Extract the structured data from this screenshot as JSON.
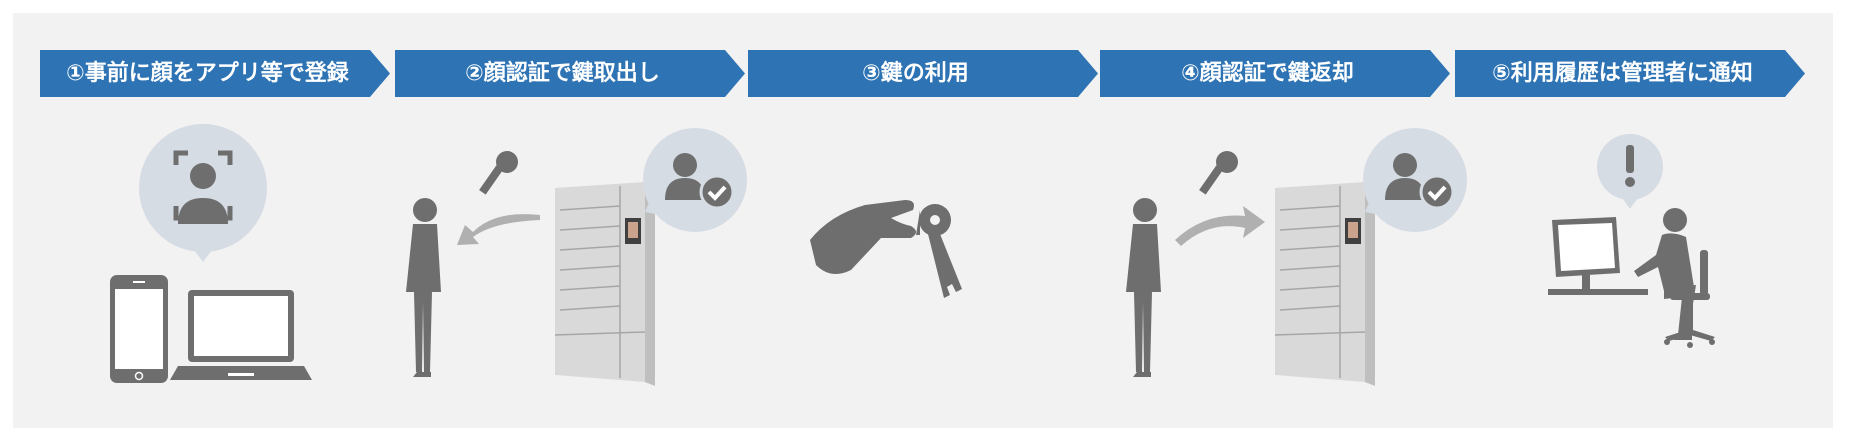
{
  "steps": [
    {
      "label": "①事前に顔をアプリ等で登録"
    },
    {
      "label": "②顔認証で鍵取出し"
    },
    {
      "label": "③鍵の利用"
    },
    {
      "label": "④顔認証で鍵返却"
    },
    {
      "label": "⑤利用履歴は管理者に通知"
    }
  ],
  "colors": {
    "arrow_fill": "#2e74b5",
    "panel_bg": "#f2f2f2",
    "figure_gray": "#6e6e6e",
    "bubble": "#d6dce4",
    "cabinet": "#d9d9d9"
  },
  "icons": [
    "face-scan-icon",
    "smartphone-icon",
    "laptop-icon",
    "key-icon",
    "person-check-icon",
    "alert-icon",
    "desktop-monitor-icon"
  ]
}
